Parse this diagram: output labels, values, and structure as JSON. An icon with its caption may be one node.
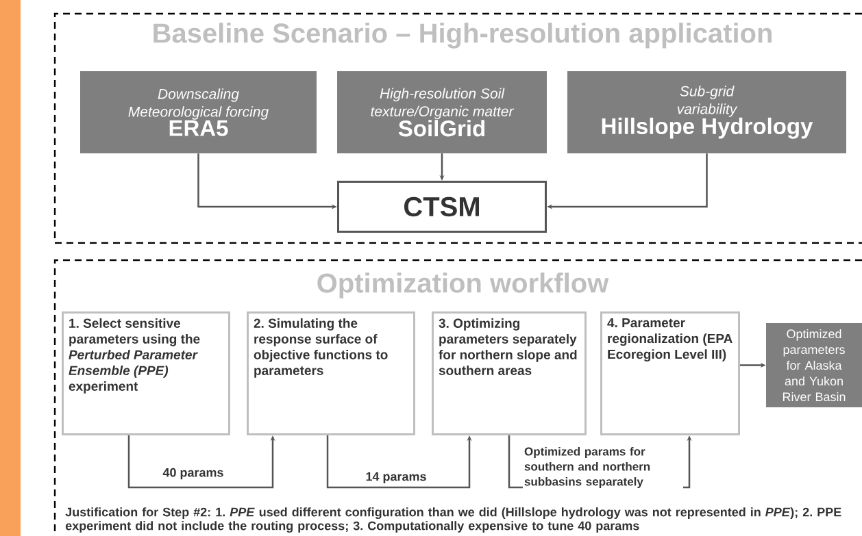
{
  "diagram": {
    "nodes": [
      {
        "text": [
          "Baseline Scenario – High-resolution application"
        ]
      },
      {
        "text": [
          "Downscaling Meteorological forcing",
          "ERA5"
        ],
        "in": 0
      },
      {
        "text": [
          "High-resolution Soil texture/Organic matter",
          "SoilGrid"
        ],
        "in": 0
      },
      {
        "text": [
          "Sub-grid variability",
          "Hillslope Hydrology"
        ],
        "in": 0
      },
      {
        "text": [
          "CTSM"
        ],
        "in": 0
      },
      {
        "text": [
          "Optimization workflow"
        ]
      },
      {
        "text": [
          "1. Select sensitive parameters using the *Perturbed Parameter Ensemble (PPE)* experiment"
        ],
        "in": 5
      },
      {
        "text": [
          "2. Simulating the response surface of objective functions to parameters"
        ],
        "in": 5
      },
      {
        "text": [
          "3. Optimizing parameters separately for northern slope and southern areas"
        ],
        "in": 5
      },
      {
        "text": [
          "4. Parameter regionalization (EPA Ecoregion Level III)"
        ],
        "in": 5
      },
      {
        "text": [
          "Optimized parameters for Alaska and Yukon River Basin"
        ],
        "in": 5
      }
    ],
    "edges": [
      {
        "from": 1,
        "to": 4,
        "arrow": "to"
      },
      {
        "from": 2,
        "to": 4,
        "arrow": "to"
      },
      {
        "from": 3,
        "to": 4,
        "arrow": "to"
      },
      {
        "from": 6,
        "to": 7,
        "arrow": "to",
        "label": "40 params"
      },
      {
        "from": 7,
        "to": 8,
        "arrow": "to",
        "label": "14 params"
      },
      {
        "from": 8,
        "to": 9,
        "arrow": "to",
        "label": "Optimized params for southern and northern subbasins separately"
      },
      {
        "from": 9,
        "to": 10,
        "arrow": "to"
      }
    ],
    "labels": [
      "Justification for Step #2: 1. *PPE* used different configuration than we did (Hillslope hydrology was not represented in *PPE*); 2. PPE experiment did not include the routing process;  3. Computationally expensive to tune 40 params"
    ]
  }
}
